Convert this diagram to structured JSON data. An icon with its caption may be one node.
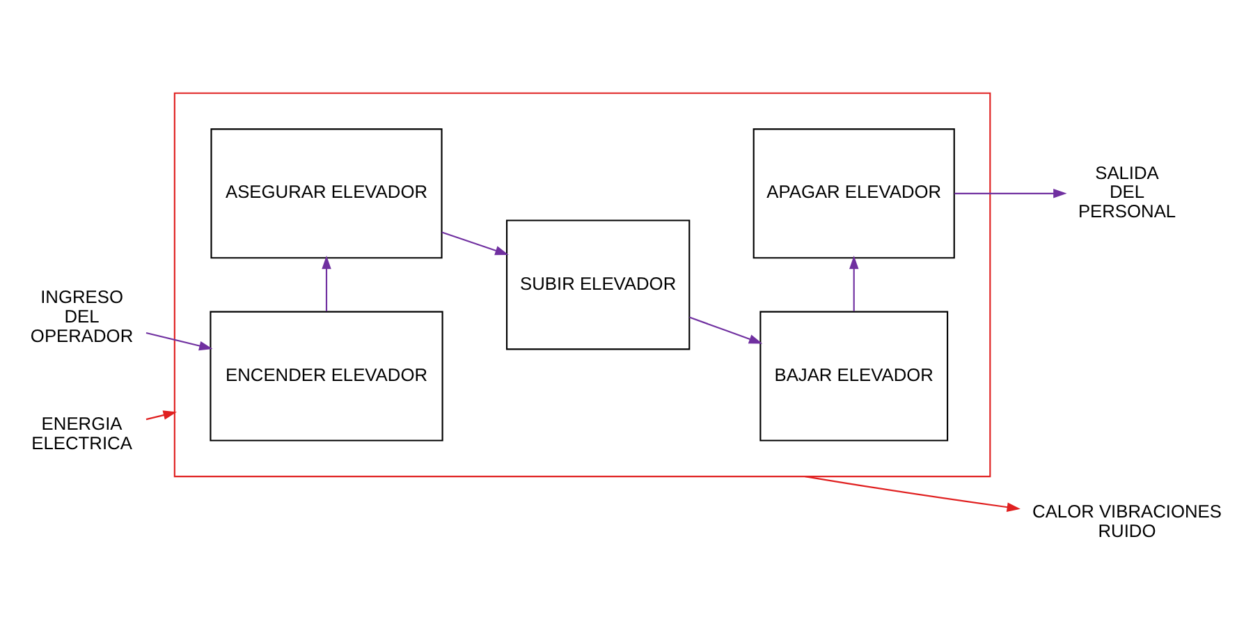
{
  "diagram": {
    "nodes": [
      {
        "text": [],
        "shape": "box"
      },
      {
        "text": [
          "ENCENDER ELEVADOR"
        ],
        "in": 0
      },
      {
        "text": [
          "APAGAR ELEVADOR"
        ],
        "in": 0
      },
      {
        "text": [
          "ASEGURAR ELEVADOR"
        ],
        "in": 0
      },
      {
        "text": [
          "SUBIR ELEVADOR"
        ],
        "in": 0
      },
      {
        "text": [
          "BAJAR ELEVADOR"
        ],
        "in": 0
      },
      {
        "text": [
          "INGRESO DEL OPERADOR"
        ]
      },
      {
        "text": [
          "SALIDA DEL PERSONAL"
        ]
      },
      {
        "text": [
          "ENERGIA ELECTRICA"
        ]
      },
      {
        "text": [
          "CALOR VIBRACIONES RUIDO"
        ]
      }
    ],
    "edges": [
      {
        "from": 6,
        "to": 1,
        "arrow": "to"
      },
      {
        "from": 1,
        "to": 3,
        "arrow": "to"
      },
      {
        "from": 3,
        "to": 4,
        "arrow": "to"
      },
      {
        "from": 4,
        "to": 5,
        "arrow": "to"
      },
      {
        "from": 5,
        "to": 2,
        "arrow": "to"
      },
      {
        "from": 2,
        "to": 7,
        "arrow": "to"
      },
      {
        "from": 8,
        "to": 0,
        "arrow": "to",
        "color": "#e02020"
      },
      {
        "from": 0,
        "to": 9,
        "arrow": "to",
        "color": "#e02020"
      }
    ]
  }
}
